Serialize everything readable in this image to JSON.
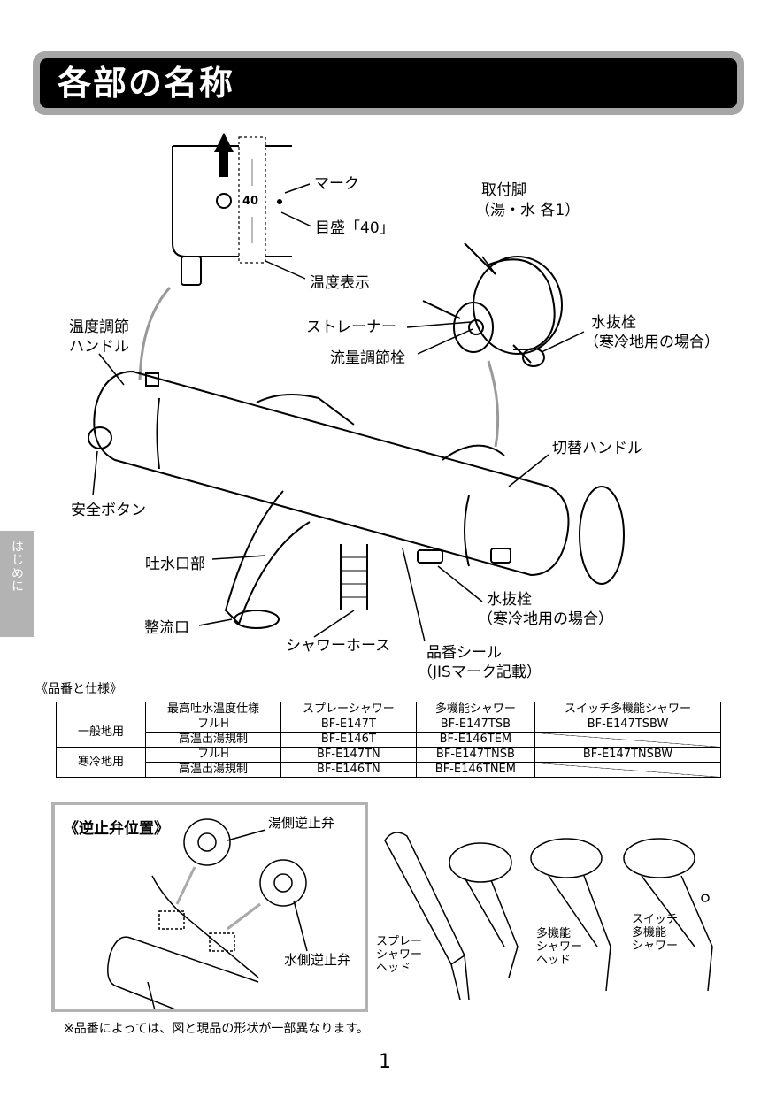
{
  "title": "各部の名称",
  "side_tab": "はじめに",
  "labels": {
    "mark": "マーク",
    "scale": "目盛「40」",
    "scale_number": "40",
    "temp_display": "温度表示",
    "mounting_leg": "取付脚",
    "mounting_leg_sub": "（湯・水 各1）",
    "temp_handle_1": "温度調節",
    "temp_handle_2": "ハンドル",
    "strainer": "ストレーナー",
    "flow_valve": "流量調節栓",
    "drain_plug_top": "水抜栓",
    "drain_plug_top_sub": "（寒冷地用の場合）",
    "switch_handle": "切替ハンドル",
    "safety_button": "安全ボタン",
    "spout": "吐水口部",
    "drain_plug_bottom": "水抜栓",
    "drain_plug_bottom_sub": "（寒冷地用の場合）",
    "aerator": "整流口",
    "shower_hose": "シャワーホース",
    "part_seal": "品番シール",
    "part_seal_sub": "（JISマーク記載）"
  },
  "spec": {
    "caption": "《品番と仕様》",
    "headers": [
      "最高吐水温度仕様",
      "スプレーシャワー",
      "多機能シャワー",
      "スイッチ多機能シャワー"
    ],
    "groups": [
      {
        "name": "一般地用",
        "rows": [
          [
            "フルH",
            "BF-E147T",
            "BF-E147TSB",
            "BF-E147TSBW"
          ],
          [
            "高温出湯規制",
            "BF-E146T",
            "BF-E146TEM",
            ""
          ]
        ]
      },
      {
        "name": "寒冷地用",
        "rows": [
          [
            "フルH",
            "BF-E147TN",
            "BF-E147TNSB",
            "BF-E147TNSBW"
          ],
          [
            "高温出湯規制",
            "BF-E146TN",
            "BF-E146TNEM",
            ""
          ]
        ]
      }
    ]
  },
  "check_valve": {
    "title": "《逆止弁位置》",
    "hot": "湯側逆止弁",
    "cold": "水側逆止弁"
  },
  "showers": {
    "spray_1": "スプレー",
    "spray_2": "シャワー",
    "spray_3": "ヘッド",
    "multi_1": "多機能",
    "multi_2": "シャワー",
    "multi_3": "ヘッド",
    "switch_1": "スイッチ",
    "switch_2": "多機能",
    "switch_3": "シャワー"
  },
  "note": "※品番によっては、図と現品の形状が一部異なります。",
  "page_number": "1"
}
